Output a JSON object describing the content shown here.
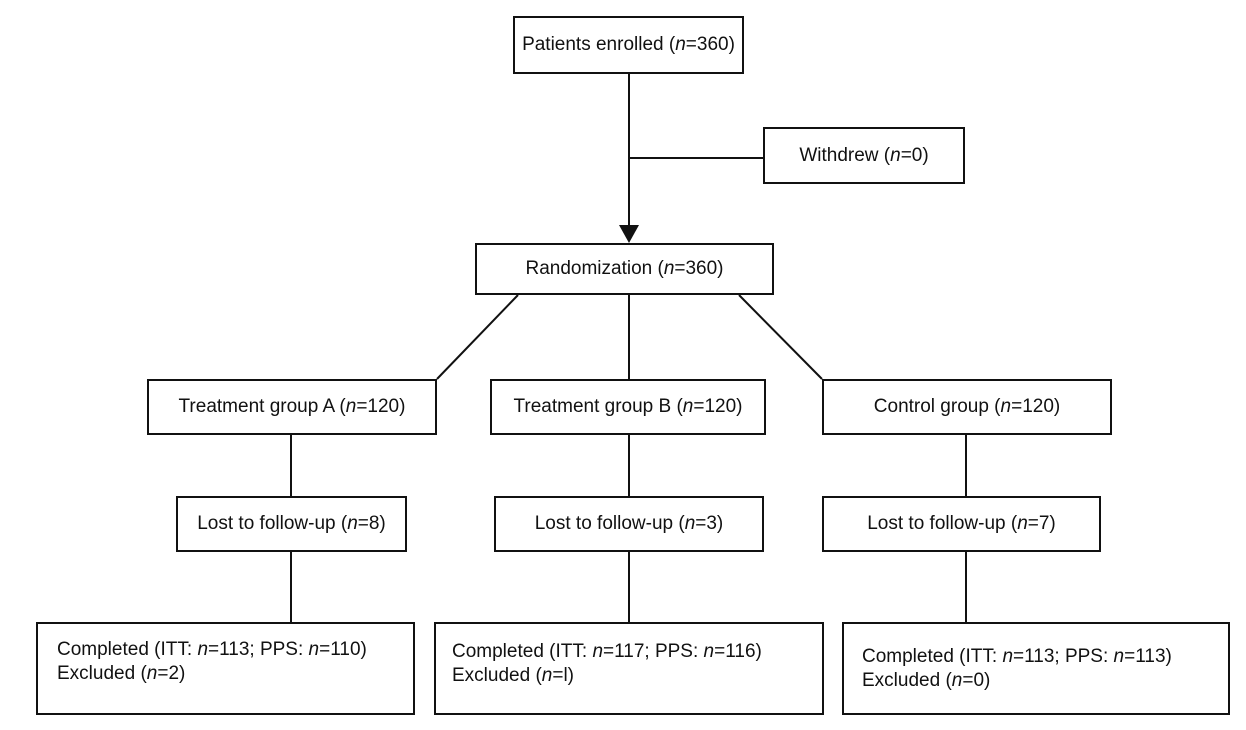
{
  "enrolled": {
    "pre": "Patients enrolled (",
    "n": "n",
    "post": "=360)"
  },
  "withdrew": {
    "pre": "Withdrew (",
    "n": "n",
    "post": "=0)"
  },
  "randomization": {
    "pre": "Randomization (",
    "n": "n",
    "post": "=360)"
  },
  "groups": [
    {
      "name": {
        "pre": "Treatment group A (",
        "n": "n",
        "post": "=120)"
      },
      "lost": {
        "pre": "Lost to follow-up (",
        "n": "n",
        "post": "=8)"
      },
      "completed": {
        "pre": "Completed (ITT: ",
        "n1": "n",
        "mid": "=113; PPS: ",
        "n2": "n",
        "post": "=110)"
      },
      "excluded": {
        "pre": "Excluded (",
        "n": "n",
        "post": "=2)"
      }
    },
    {
      "name": {
        "pre": "Treatment group B (",
        "n": "n",
        "post": "=120)"
      },
      "lost": {
        "pre": "Lost to follow-up (",
        "n": "n",
        "post": "=3)"
      },
      "completed": {
        "pre": "Completed (ITT: ",
        "n1": "n",
        "mid": "=117; PPS: ",
        "n2": "n",
        "post": "=116)"
      },
      "excluded": {
        "pre": "Excluded (",
        "n": "n",
        "post": "=l)"
      }
    },
    {
      "name": {
        "pre": "Control group (",
        "n": "n",
        "post": "=120)"
      },
      "lost": {
        "pre": "Lost to follow-up (",
        "n": "n",
        "post": "=7)"
      },
      "completed": {
        "pre": "Completed (ITT: ",
        "n1": "n",
        "mid": "=113; PPS: ",
        "n2": "n",
        "post": "=113)"
      },
      "excluded": {
        "pre": "Excluded (",
        "n": "n",
        "post": "=0)"
      }
    }
  ],
  "colors": {
    "line": "#111111",
    "background": "#ffffff"
  }
}
